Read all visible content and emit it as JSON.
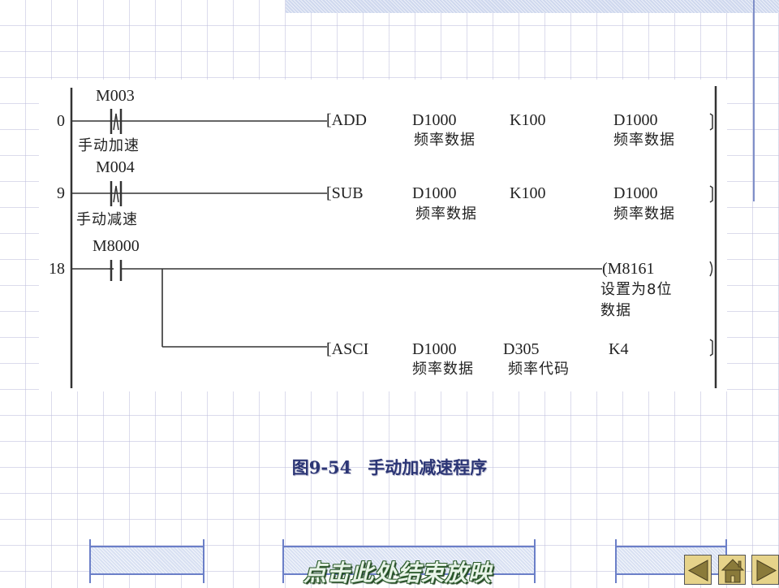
{
  "ladder": {
    "rungs": [
      {
        "step": "0",
        "contact": {
          "address": "M003",
          "comment": "手动加速",
          "type": "rising-edge"
        },
        "instruction": {
          "opcode": "ADD",
          "operands": [
            {
              "value": "D1000",
              "comment": "频率数据"
            },
            {
              "value": "K100",
              "comment": ""
            },
            {
              "value": "D1000",
              "comment": "频率数据"
            }
          ]
        }
      },
      {
        "step": "9",
        "contact": {
          "address": "M004",
          "comment": "手动减速",
          "type": "rising-edge"
        },
        "instruction": {
          "opcode": "SUB",
          "operands": [
            {
              "value": "D1000",
              "comment": "频率数据"
            },
            {
              "value": "K100",
              "comment": ""
            },
            {
              "value": "D1000",
              "comment": "频率数据"
            }
          ]
        }
      },
      {
        "step": "18",
        "contact": {
          "address": "M8000",
          "comment": "",
          "type": "normally-open"
        },
        "coil": {
          "address": "M8161",
          "comment_line1": "设置为8位",
          "comment_line2": "数据"
        },
        "instruction": {
          "opcode": "ASCI",
          "operands": [
            {
              "value": "D1000",
              "comment": "频率数据"
            },
            {
              "value": "D305",
              "comment": "频率代码"
            },
            {
              "value": "K4",
              "comment": ""
            }
          ]
        }
      }
    ]
  },
  "caption": {
    "figure": "图9-54",
    "title": "手动加减速程序"
  },
  "footer": {
    "end_show_label": "点击此处结束放映",
    "nav": {
      "prev": "previous-slide",
      "home": "home",
      "next": "next-slide"
    }
  },
  "colors": {
    "caption": "#2b3575",
    "nav_button": "#e6d38a",
    "nav_icon": "#8a7a3a",
    "accent_line": "#6b7fc8"
  }
}
